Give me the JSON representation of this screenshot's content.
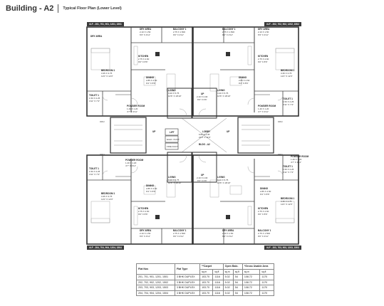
{
  "header": {
    "building": "Building - A2",
    "subtitle": "Typical Floor Plan (Lower Level)"
  },
  "flat_tags": {
    "top_left": "#LF - 201, 701, 901, 1201, 1501",
    "top_right": "#LF - 202, 702, 902, 1202, 1502",
    "bottom_left": "#LF - 204, 704, 904, 1204, 1504",
    "bottom_right": "#LF - 203, 703, 903, 1203, 1503"
  },
  "rooms": {
    "dry_area": "DRY AREA",
    "dry_area_dim": "2.10 X 1.50",
    "dry_area_ft": "6'9\" X 4'11\"",
    "balcony": "BALCONY 1",
    "balcony_dim": "2.75 X 1.500",
    "balcony_ft": "9'0\" X 4'11\"",
    "kitchen": "KITCHEN",
    "kitchen_dim": "2.75 X 2.60",
    "kitchen_ft": "9'0\" X 8'6\"",
    "bedroom": "BEDROOM 1",
    "bedroom_dim": "3.35 X 3.75",
    "bedroom_ft": "11'0\" X 12'3\"",
    "dining": "DINING",
    "dining_dim": "2.85 X 2.60",
    "dining_ft": "9'4\" X 8'6\"",
    "living": "LIVING",
    "living_dim": "3.20 X 5.75",
    "living_ft": "10'6\" X 18'10\"",
    "toilet": "TOILET 1",
    "toilet_dim": "1.50 X 2.25",
    "toilet_ft": "4'11\" X 7'4\"",
    "powder": "POWDER ROOM",
    "powder_dim": "1.40 X 1.20",
    "powder_ft": "4'7\" X 3'11\"",
    "up": "UP",
    "up_dim": "2.10 X 2.00",
    "up_ft": "6'9\" X 6'6\"",
    "lobby": "LOBBY",
    "lobby_dim": "6.80 X 3.35",
    "lobby_ft": "22'3\" X 11'0\"",
    "bldg": "BLDG - A2",
    "lift": "LIFT",
    "duct": "ELEC. DUCT",
    "fire_duct": "FIRE DUCT",
    "odu": "ODU"
  },
  "table": {
    "headers": [
      "Flat Nos",
      "Flat Type",
      "**Carpet",
      "Open Balc.",
      "*Gross Usable Area"
    ],
    "units": [
      "sq.m",
      "sq.ft",
      "sq.m",
      "sq.ft",
      "sq.m",
      "sq.ft"
    ],
    "rows": [
      [
        "201, 701, 901, 1201, 1501",
        "3 BHK DUPLEX",
        "103.70",
        "1116",
        "5.02",
        "54",
        "108.72",
        "1170"
      ],
      [
        "202, 702, 902, 1202, 1502",
        "3 BHK DUPLEX",
        "103.70",
        "1116",
        "5.02",
        "54",
        "108.72",
        "1170"
      ],
      [
        "203, 703, 903, 1203, 1503",
        "3 BHK DUPLEX",
        "103.70",
        "1116",
        "5.02",
        "54",
        "108.72",
        "1170"
      ],
      [
        "204, 704, 904, 1204, 1504",
        "3 BHK DUPLEX",
        "103.70",
        "1116",
        "5.02",
        "54",
        "108.72",
        "1170"
      ]
    ]
  }
}
